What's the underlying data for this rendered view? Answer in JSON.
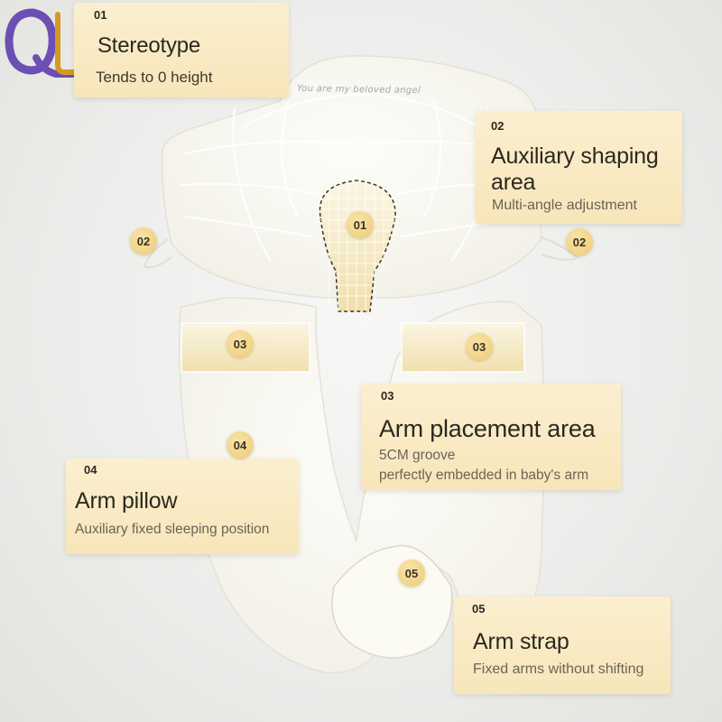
{
  "brand": {
    "logo_text": "QL"
  },
  "product_print": "You are my beloved angel",
  "features": [
    {
      "number": "01",
      "title": "Stereotype",
      "subtitle": "Tends to 0 height"
    },
    {
      "number": "02",
      "title": "Auxiliary shaping area",
      "subtitle": "Multi-angle adjustment"
    },
    {
      "number": "03",
      "title": "Arm placement area",
      "subtitle_lines": [
        "5CM groove",
        "perfectly embedded in baby's arm"
      ]
    },
    {
      "number": "04",
      "title": "Arm pillow",
      "subtitle": "Auxiliary fixed sleeping position"
    },
    {
      "number": "05",
      "title": "Arm strap",
      "subtitle": "Fixed arms without shifting"
    }
  ],
  "markers": {
    "head_support": "01",
    "left_tie": "02",
    "right_tie": "02",
    "left_arm_zone": "03",
    "right_arm_zone": "03",
    "arm_pillow": "04",
    "strap": "05"
  },
  "colors": {
    "card_background": "#f7e6b9",
    "marker": "#f0d385",
    "logo_purple": "#6b4fb2",
    "logo_gold": "#d49a22",
    "pillow": "#fbfaf4"
  }
}
